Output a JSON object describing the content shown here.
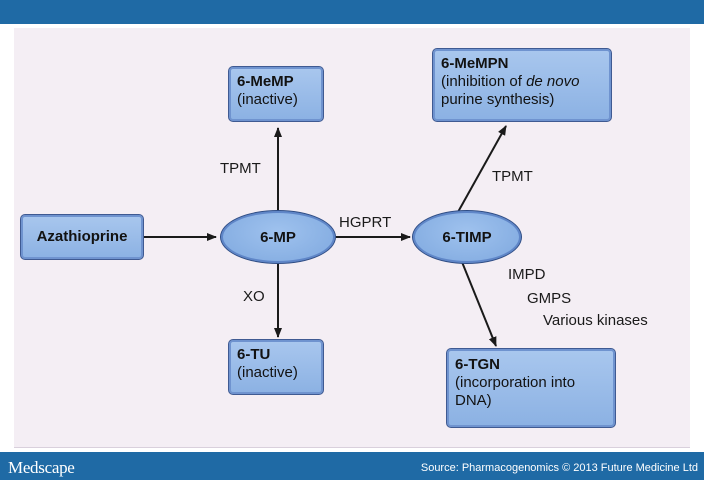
{
  "footer": {
    "logo": "Medscape",
    "source": "Source: Pharmacogenomics © 2013 Future Medicine Ltd"
  },
  "nodes": {
    "azathioprine": {
      "title": "Azathioprine"
    },
    "six_mp": {
      "title": "6-MP"
    },
    "six_timp": {
      "title": "6-TIMP"
    },
    "six_memp": {
      "title": "6-MeMP",
      "note": "(inactive)"
    },
    "six_tu": {
      "title": "6-TU",
      "note": "(inactive)"
    },
    "six_mempn": {
      "title": "6-MeMPN",
      "note_line1": "(inhibition of ",
      "note_italic": "de novo",
      "note_line2": "purine synthesis)"
    },
    "six_tgn": {
      "title": "6-TGN",
      "note_line1": "(incorporation into",
      "note_line2": "DNA)"
    }
  },
  "edge_labels": {
    "tpmt_left": "TPMT",
    "xo": "XO",
    "hgprt": "HGPRT",
    "tpmt_right": "TPMT",
    "impd": "IMPD",
    "gmps": "GMPS",
    "kinases": "Various kinases"
  }
}
